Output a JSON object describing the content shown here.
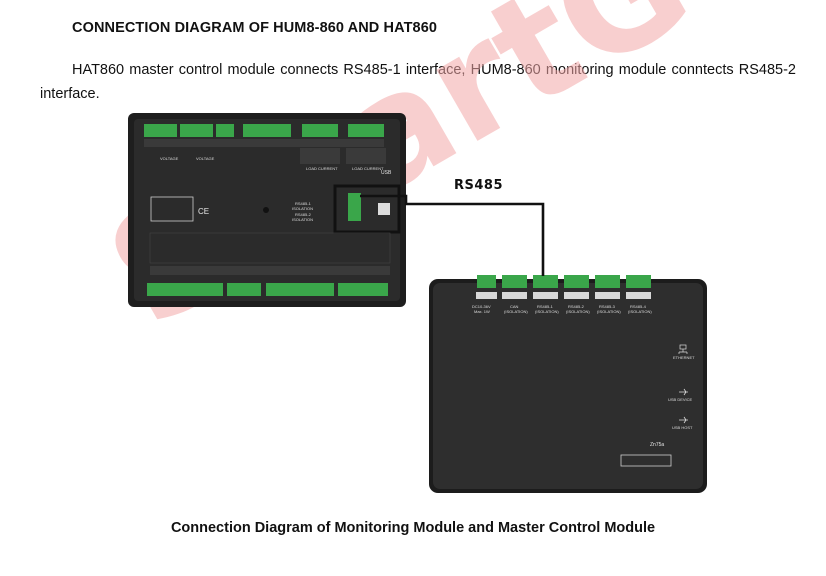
{
  "doc": {
    "heading": "CONNECTION DIAGRAM OF HUM8-860 AND HAT860",
    "paragraph": "HAT860 master control module connects RS485-1 interface, HUM8-860 monitoring module conntects RS485-2 interface.",
    "caption": "Connection Diagram of Monitoring Module and Master Control Module"
  },
  "diagram": {
    "bus_label": "RS485",
    "watermark_text": "SmartGen",
    "colors": {
      "module_body": "#2b2b2b",
      "terminal_green": "#3aa64a",
      "wire": "#111111",
      "watermark": "#f2a7a7"
    },
    "hat860": {
      "usb_label": "USB",
      "ce_mark": "CE",
      "rs485_1_label": "RS485-1",
      "rs485_2_label": "RS485-2",
      "isolation_label": "ISOLATION",
      "top_labels": [
        "VOLTAGE",
        "VOLTAGE",
        "LOAD CURRENT",
        "LOAD CURRENT"
      ]
    },
    "hum8_860": {
      "ports": [
        "DC10-36V",
        "CAN",
        "RS485-1",
        "RS485-2",
        "RS485-3",
        "RS485-4"
      ],
      "isolation_label": "(ISOLATION)",
      "power_max": "Max. 1W",
      "ethernet_label": "ETHERNET",
      "usb_device_label": "USB DEVICE",
      "usb_host_label": "USB HOST",
      "model_label": "Zn75a"
    }
  }
}
